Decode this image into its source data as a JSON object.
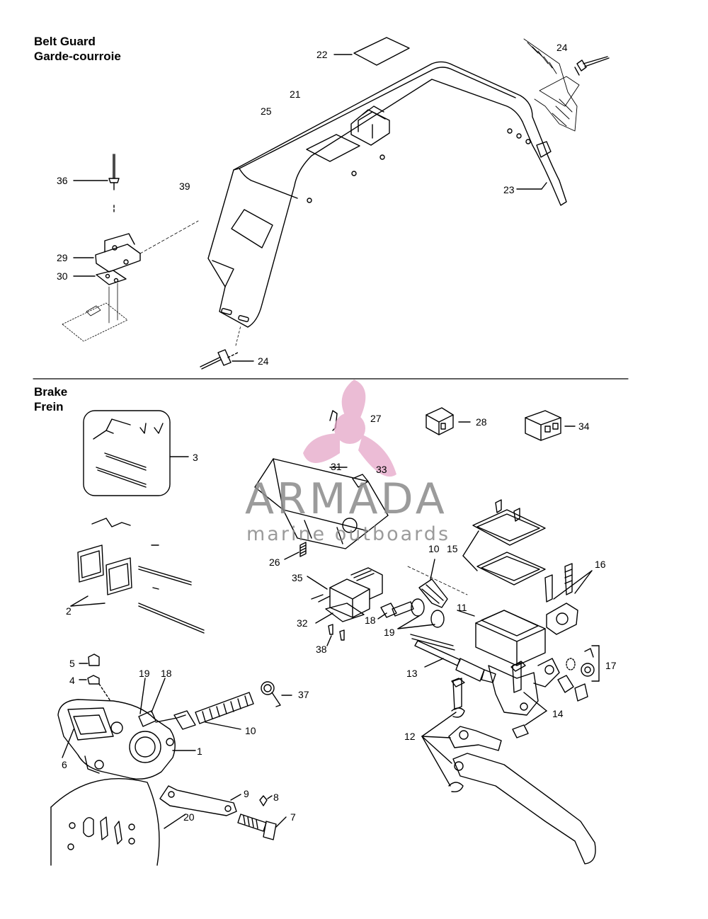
{
  "sections": {
    "belt_guard": {
      "title_en": "Belt Guard",
      "title_fr": "Garde-courroie"
    },
    "brake": {
      "title_en": "Brake",
      "title_fr": "Frein"
    }
  },
  "callouts": {
    "c22": "22",
    "c21": "21",
    "c25": "25",
    "c24a": "24",
    "c23": "23",
    "c36": "36",
    "c39": "39",
    "c29": "29",
    "c30": "30",
    "c24b": "24",
    "c27": "27",
    "c28": "28",
    "c34": "34",
    "c3": "3",
    "c31": "31",
    "c33": "33",
    "c26": "26",
    "c10a": "10",
    "c15": "15",
    "c16": "16",
    "c35": "35",
    "c2": "2",
    "c32": "32",
    "c18a": "18",
    "c19a": "19",
    "c11": "11",
    "c38": "38",
    "c17": "17",
    "c13": "13",
    "c5": "5",
    "c19b": "19",
    "c18b": "18",
    "c4": "4",
    "c37": "37",
    "c14": "14",
    "c10b": "10",
    "c12": "12",
    "c1": "1",
    "c6": "6",
    "c9": "9",
    "c8": "8",
    "c7": "7",
    "c20": "20"
  },
  "watermark": {
    "brand": "ARMADA",
    "tagline": "marine outboards",
    "logo": "propeller-logo",
    "color": "#e5a6c8"
  }
}
